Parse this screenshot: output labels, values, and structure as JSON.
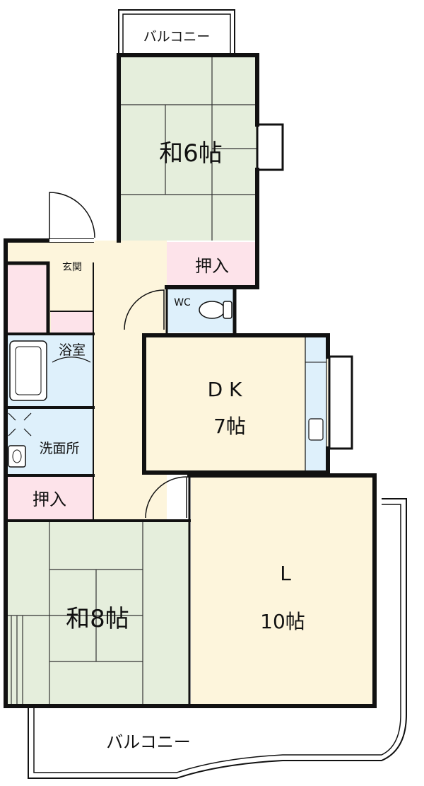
{
  "rooms": {
    "washitsu6": {
      "label": "和6帖"
    },
    "oshiire_top": {
      "label": "押入"
    },
    "genkan": {
      "label": "玄関"
    },
    "wc": {
      "label": "WC"
    },
    "yokushitsu": {
      "label": "浴室"
    },
    "senmenjo": {
      "label": "洗面所"
    },
    "dk": {
      "label_line1": "D K",
      "label_line2": "7帖"
    },
    "oshiire_left": {
      "label": "押入"
    },
    "washitsu8": {
      "label": "和8帖"
    },
    "living": {
      "label_line1": "L",
      "label_line2": "10帖"
    }
  },
  "balconies": {
    "top": {
      "label": "バルコニー"
    },
    "bottom": {
      "label": "バルコニー"
    }
  },
  "colors": {
    "tatami": "#e5eedc",
    "flooring": "#fdf5dc",
    "closet": "#fde3ea",
    "wet": "#def0fb",
    "wall": "#111111"
  }
}
